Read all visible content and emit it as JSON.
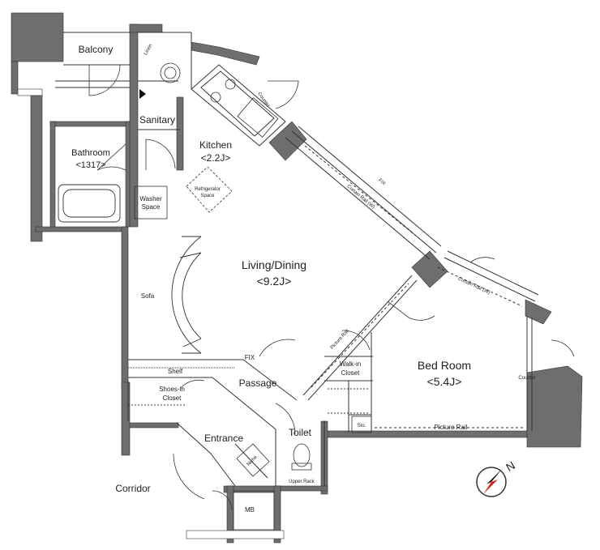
{
  "rooms": {
    "balcony": "Balcony",
    "sanitary": "Sanitary",
    "kitchen": "Kitchen",
    "kitchen_size": "<2.2J>",
    "bathroom": "Bathroom",
    "bathroom_size": "<1317>",
    "washer_space": [
      "Washer",
      "Space"
    ],
    "refrigerator_space": [
      "Refrigerator",
      "Space"
    ],
    "living_dining": "Living/Dining",
    "living_dining_size": "<9.2J>",
    "sofa": "Sofa",
    "shelf": "Shelf",
    "fix_small": "FIX",
    "passage": "Passage",
    "shoes_in_closet": [
      "Shoes-in",
      "Closet"
    ],
    "entrance": "Entrance",
    "niche": "Niche",
    "toilet": "Toilet",
    "upper_rack": "Upper Rack",
    "walk_in_closet": [
      "Walk-in",
      "Closet"
    ],
    "storage": "Sto.",
    "bed_room": "Bed Room",
    "bed_room_size": "<5.4J>",
    "picture_rail_bed": "Picture Rail",
    "picture_rail_diag": "Picture Rail",
    "counter_kitchen": "Counter",
    "counter_bed": "Counter",
    "fix_window": "FIX",
    "curtain_rail_living": "Curtain Rail (W)",
    "curtain_rail_bed": "Curtain Rail (W)",
    "corridor": "Corridor",
    "mb": "MB",
    "linen": "Linen",
    "compass_n": "N"
  },
  "colors": {
    "wall": "#6e6e6e",
    "wall_dark": "#555555",
    "line": "#333333",
    "compass_red": "#d6261f"
  },
  "icons": [
    "compass-icon",
    "arrow-marker-icon",
    "bathtub-icon",
    "sink-icon",
    "stove-icon",
    "toilet-icon"
  ]
}
